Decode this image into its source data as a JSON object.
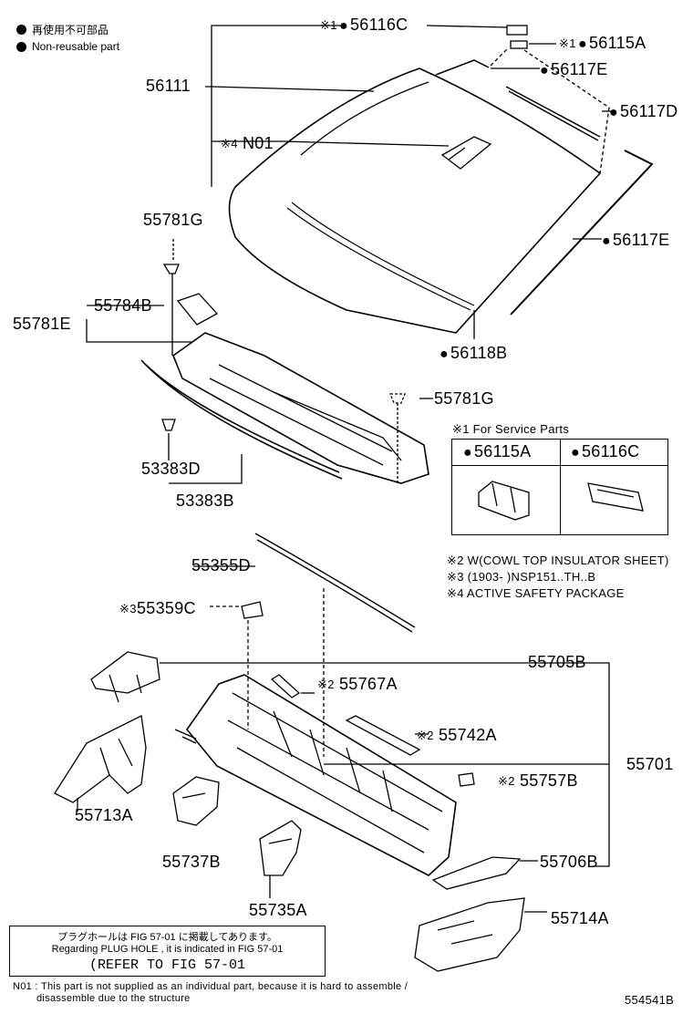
{
  "legend": {
    "jp": "再使用不可部品",
    "en": "Non-reusable part"
  },
  "parts": {
    "p56116C": "56116C",
    "p56115A": "56115A",
    "p56117E_top": "56117E",
    "p56111": "56111",
    "p56117D": "56117D",
    "pN01": "N01",
    "p55781G_left": "55781G",
    "p56117E_right": "56117E",
    "p55784B": "55784B",
    "p55781E": "55781E",
    "p56118B": "56118B",
    "p55781G_right": "55781G",
    "p53383D": "53383D",
    "p53383B": "53383B",
    "p55355D": "55355D",
    "p55359C": "55359C",
    "p55705B": "55705B",
    "p55767A": "55767A",
    "p55742A": "55742A",
    "p55701": "55701",
    "p55757B": "55757B",
    "p55713A": "55713A",
    "p55737B": "55737B",
    "p55706B": "55706B",
    "p55735A": "55735A",
    "p55714A": "55714A"
  },
  "marks": {
    "m1": "※1",
    "m2": "※2",
    "m3": "※3",
    "m4": "※4"
  },
  "service_parts": {
    "title": "※1 For Service Parts",
    "col1": "56115A",
    "col2": "56116C"
  },
  "notes": {
    "n2": "※2 W(COWL TOP INSULATOR SHEET)",
    "n3": "※3 (1903-      )NSP151..TH..B",
    "n4": "※4 ACTIVE SAFETY PACKAGE"
  },
  "plug_note": {
    "jp": "プラグホールは FIG 57-01 に掲載してあります。",
    "en": "Regarding  PLUG  HOLE , it is indicated in  FIG  57-01",
    "ref": "(REFER TO FIG 57-01"
  },
  "footnote": {
    "line1": "N01 : This part is not supplied as an individual part, because it is hard to assemble /",
    "line2": "disassemble due to the structure"
  },
  "figure_id": "554541B"
}
